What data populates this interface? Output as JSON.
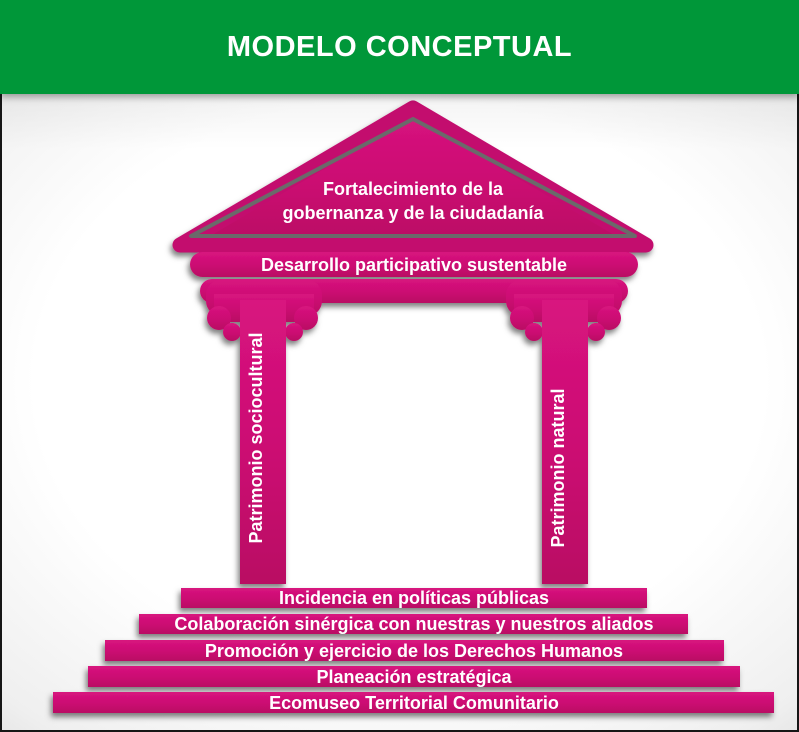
{
  "header": {
    "title": "MODELO CONCEPTUAL",
    "background_color": "#009739",
    "text_color": "#ffffff"
  },
  "temple": {
    "accent_pink": "#CE0E74",
    "pediment": {
      "line1": "Fortalecimiento de la",
      "line2": "gobernanza y de la ciudadanía"
    },
    "architrave": {
      "label": "Desarrollo participativo sustentable"
    },
    "columns": [
      {
        "label": "Patrimonio sociocultural",
        "position": "left"
      },
      {
        "label": "Patrimonio natural",
        "position": "right"
      }
    ],
    "steps": [
      {
        "label": "Incidencia en políticas públicas"
      },
      {
        "label": "Colaboración sinérgica con nuestras y nuestros aliados"
      },
      {
        "label": "Promoción y ejercicio de los Derechos Humanos"
      },
      {
        "label": "Planeación estratégica"
      },
      {
        "label": "Ecomuseo Territorial Comunitario"
      }
    ]
  }
}
